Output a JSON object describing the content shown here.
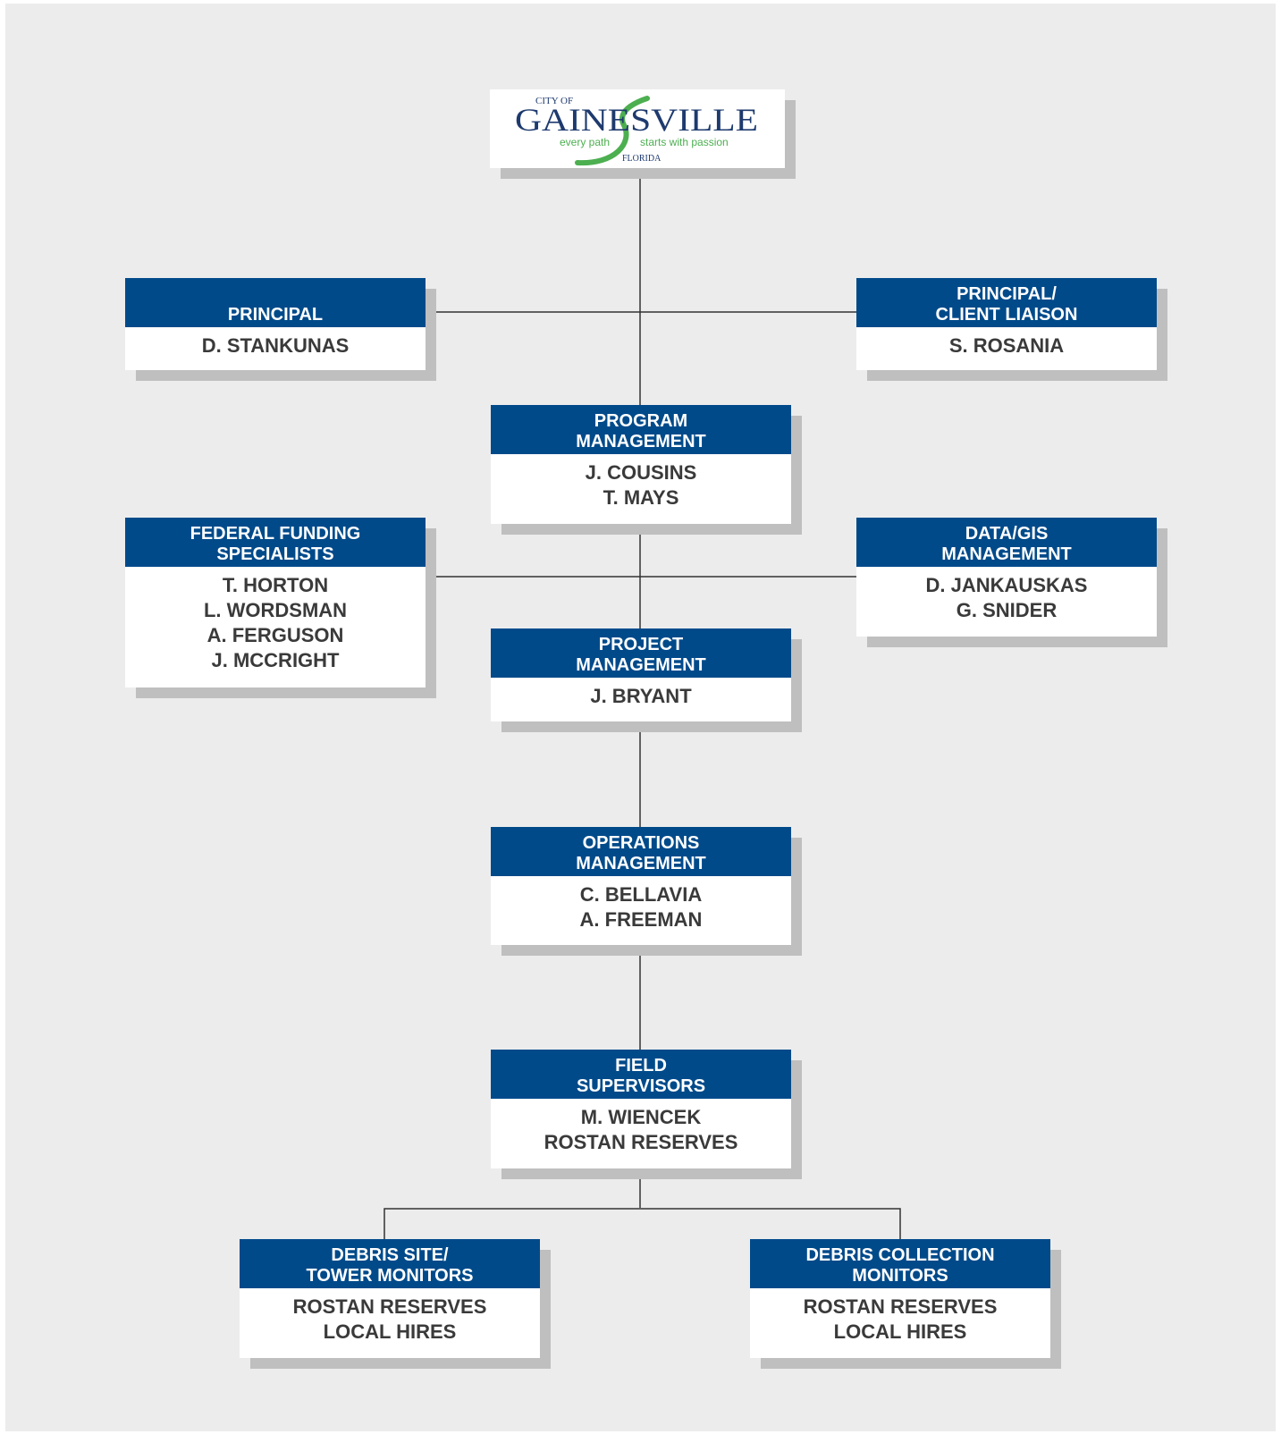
{
  "logo": {
    "city_of": "CITY OF",
    "name": "GAINESVILLE",
    "tagline_left": "every path",
    "tagline_right": "starts with passion",
    "state": "FLORIDA",
    "colors": {
      "navy": "#1e3a6e",
      "green": "#4caf50"
    }
  },
  "colors": {
    "header": "#004a8a",
    "background": "#ececed",
    "shadow": "#bfbfc0",
    "line": "#333333"
  },
  "boxes": {
    "principal": {
      "title": [
        "PRINCIPAL"
      ],
      "names": [
        "D. STANKUNAS"
      ]
    },
    "principal_liaison": {
      "title": [
        "PRINCIPAL/",
        "CLIENT LIAISON"
      ],
      "names": [
        "S. ROSANIA"
      ]
    },
    "program_management": {
      "title": [
        "PROGRAM",
        "MANAGEMENT"
      ],
      "names": [
        "J. COUSINS",
        "T. MAYS"
      ]
    },
    "federal_funding": {
      "title": [
        "FEDERAL FUNDING",
        "SPECIALISTS"
      ],
      "names": [
        "T. HORTON",
        "L. WORDSMAN",
        "A. FERGUSON",
        "J. MCCRIGHT"
      ]
    },
    "data_gis": {
      "title": [
        "DATA/GIS",
        "MANAGEMENT"
      ],
      "names": [
        "D. JANKAUSKAS",
        "G. SNIDER"
      ]
    },
    "project_management": {
      "title": [
        "PROJECT",
        "MANAGEMENT"
      ],
      "names": [
        "J. BRYANT"
      ]
    },
    "operations_management": {
      "title": [
        "OPERATIONS",
        "MANAGEMENT"
      ],
      "names": [
        "C. BELLAVIA",
        "A. FREEMAN"
      ]
    },
    "field_supervisors": {
      "title": [
        "FIELD",
        "SUPERVISORS"
      ],
      "names": [
        "M. WIENCEK",
        "ROSTAN RESERVES"
      ]
    },
    "debris_site": {
      "title": [
        "DEBRIS SITE/",
        "TOWER MONITORS"
      ],
      "names": [
        "ROSTAN RESERVES",
        "LOCAL HIRES"
      ]
    },
    "debris_collection": {
      "title": [
        "DEBRIS COLLECTION",
        "MONITORS"
      ],
      "names": [
        "ROSTAN RESERVES",
        "LOCAL HIRES"
      ]
    }
  }
}
